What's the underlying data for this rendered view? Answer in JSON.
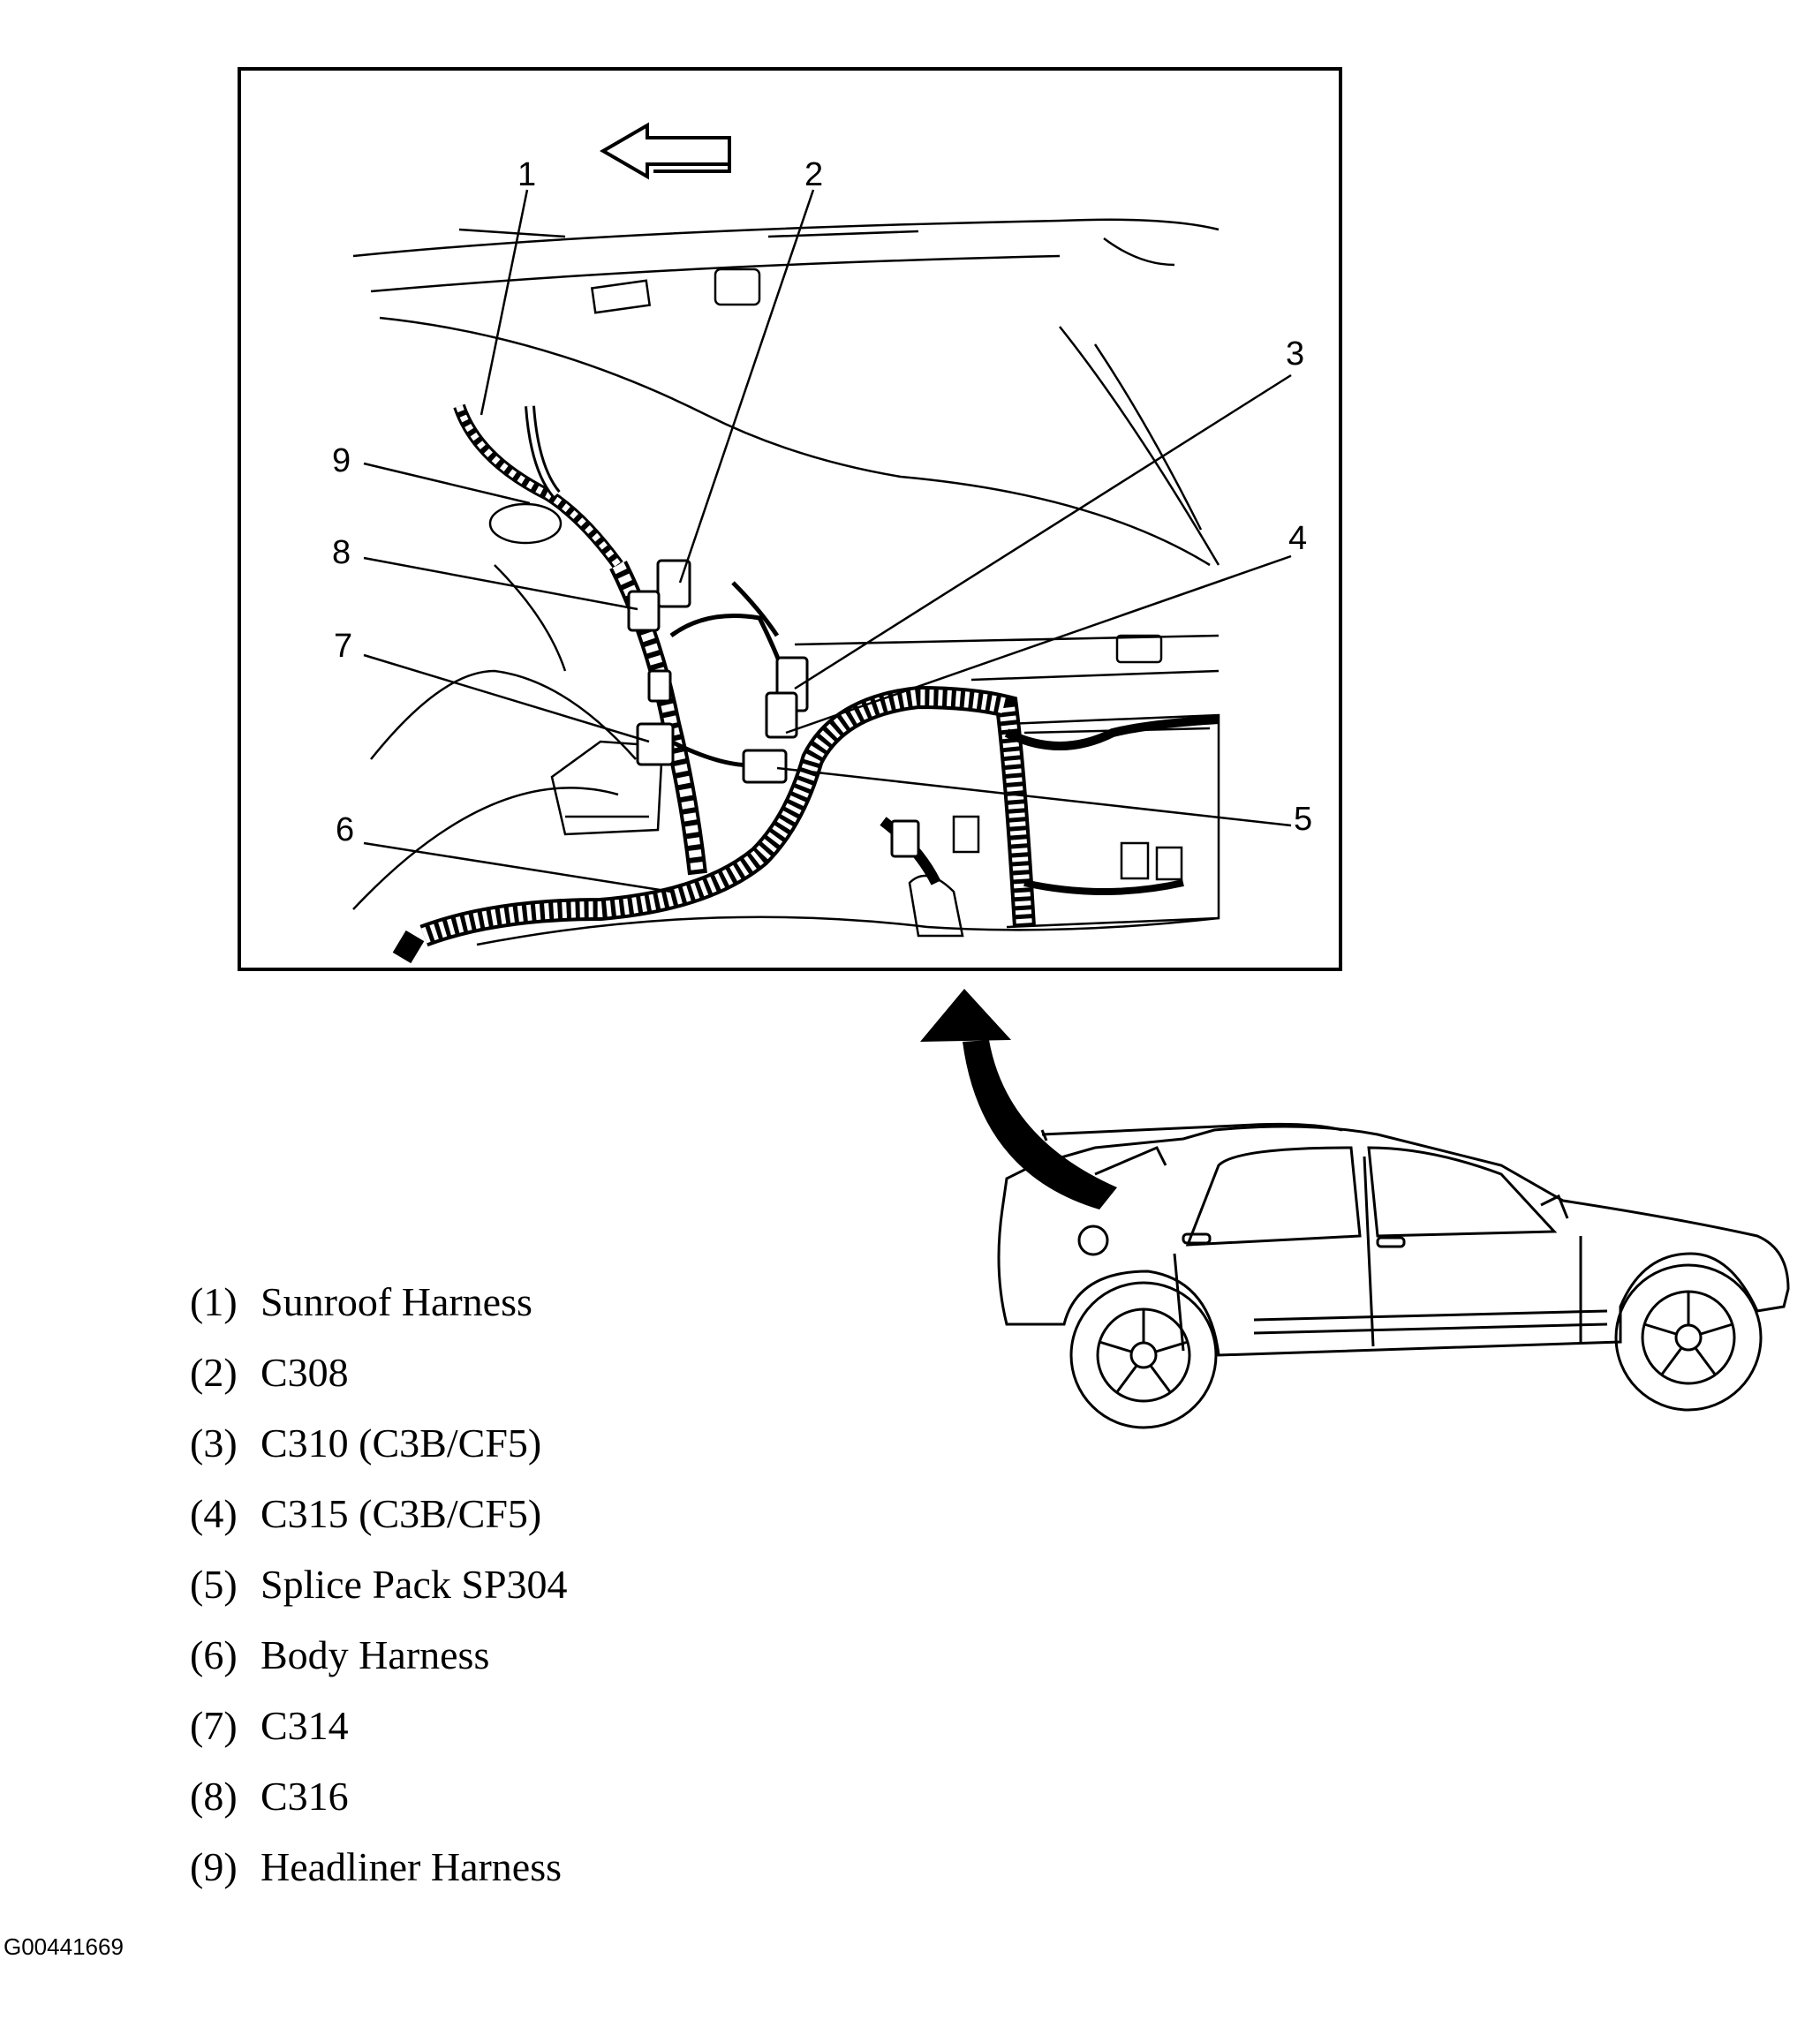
{
  "callouts": [
    "1",
    "2",
    "3",
    "4",
    "5",
    "6",
    "7",
    "8",
    "9"
  ],
  "legend": [
    {
      "num": "(1)",
      "text": "Sunroof Harness"
    },
    {
      "num": "(2)",
      "text": "C308"
    },
    {
      "num": "(3)",
      "text": "C310 (C3B/CF5)"
    },
    {
      "num": "(4)",
      "text": "C315 (C3B/CF5)"
    },
    {
      "num": "(5)",
      "text": "Splice Pack SP304"
    },
    {
      "num": "(6)",
      "text": "Body Harness"
    },
    {
      "num": "(7)",
      "text": "C314"
    },
    {
      "num": "(8)",
      "text": "C316"
    },
    {
      "num": "(9)",
      "text": "Headliner Harness"
    }
  ],
  "figure_id": "G00441669",
  "icons": {
    "direction": "forward-arrow-icon",
    "view_pointer": "curved-arrow-icon",
    "vehicle": "suv-side-view"
  }
}
